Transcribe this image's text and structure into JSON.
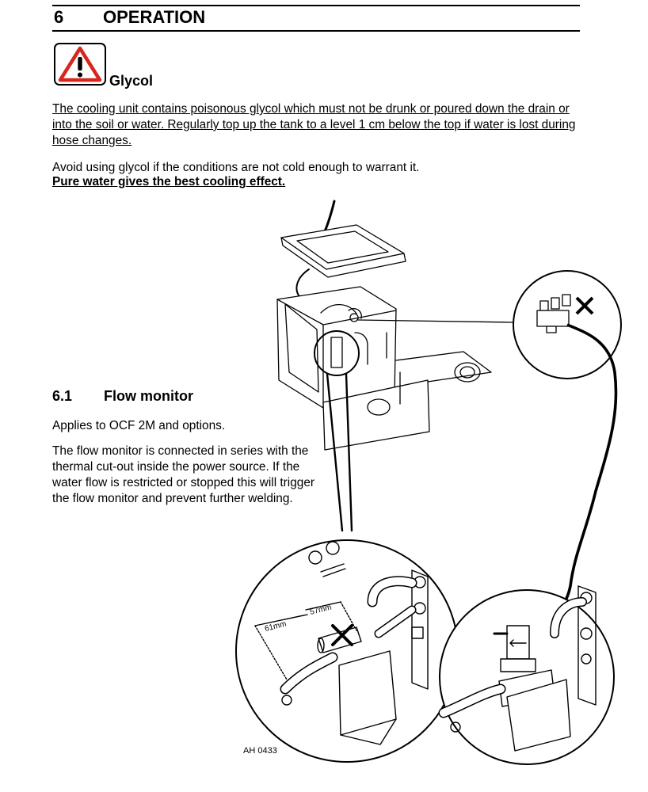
{
  "section": {
    "number": "6",
    "title": "OPERATION"
  },
  "warning": {
    "title": "Glycol",
    "icon": "warning-triangle-icon"
  },
  "warning_text": "The cooling unit contains poisonous glycol which must not be drunk or poured down the drain or into the soil or water. Regularly top up the tank to a level 1 cm below the top if water is lost during hose changes.",
  "para1": "Avoid using glycol if the conditions are not cold enough to warrant it.",
  "para1_bold": "Pure water gives the best cooling effect.",
  "subsection": {
    "number": "6.1",
    "title": "Flow monitor"
  },
  "sub_para1": "Applies to OCF 2M and options.",
  "sub_para2": "The flow monitor is connected in series with the thermal cut-out inside the power source. If the water flow is restricted or stopped this will trigger the flow monitor and prevent further welding.",
  "figure": {
    "code": "AH 0433",
    "dim1": "61mm",
    "dim2": "57mm"
  }
}
